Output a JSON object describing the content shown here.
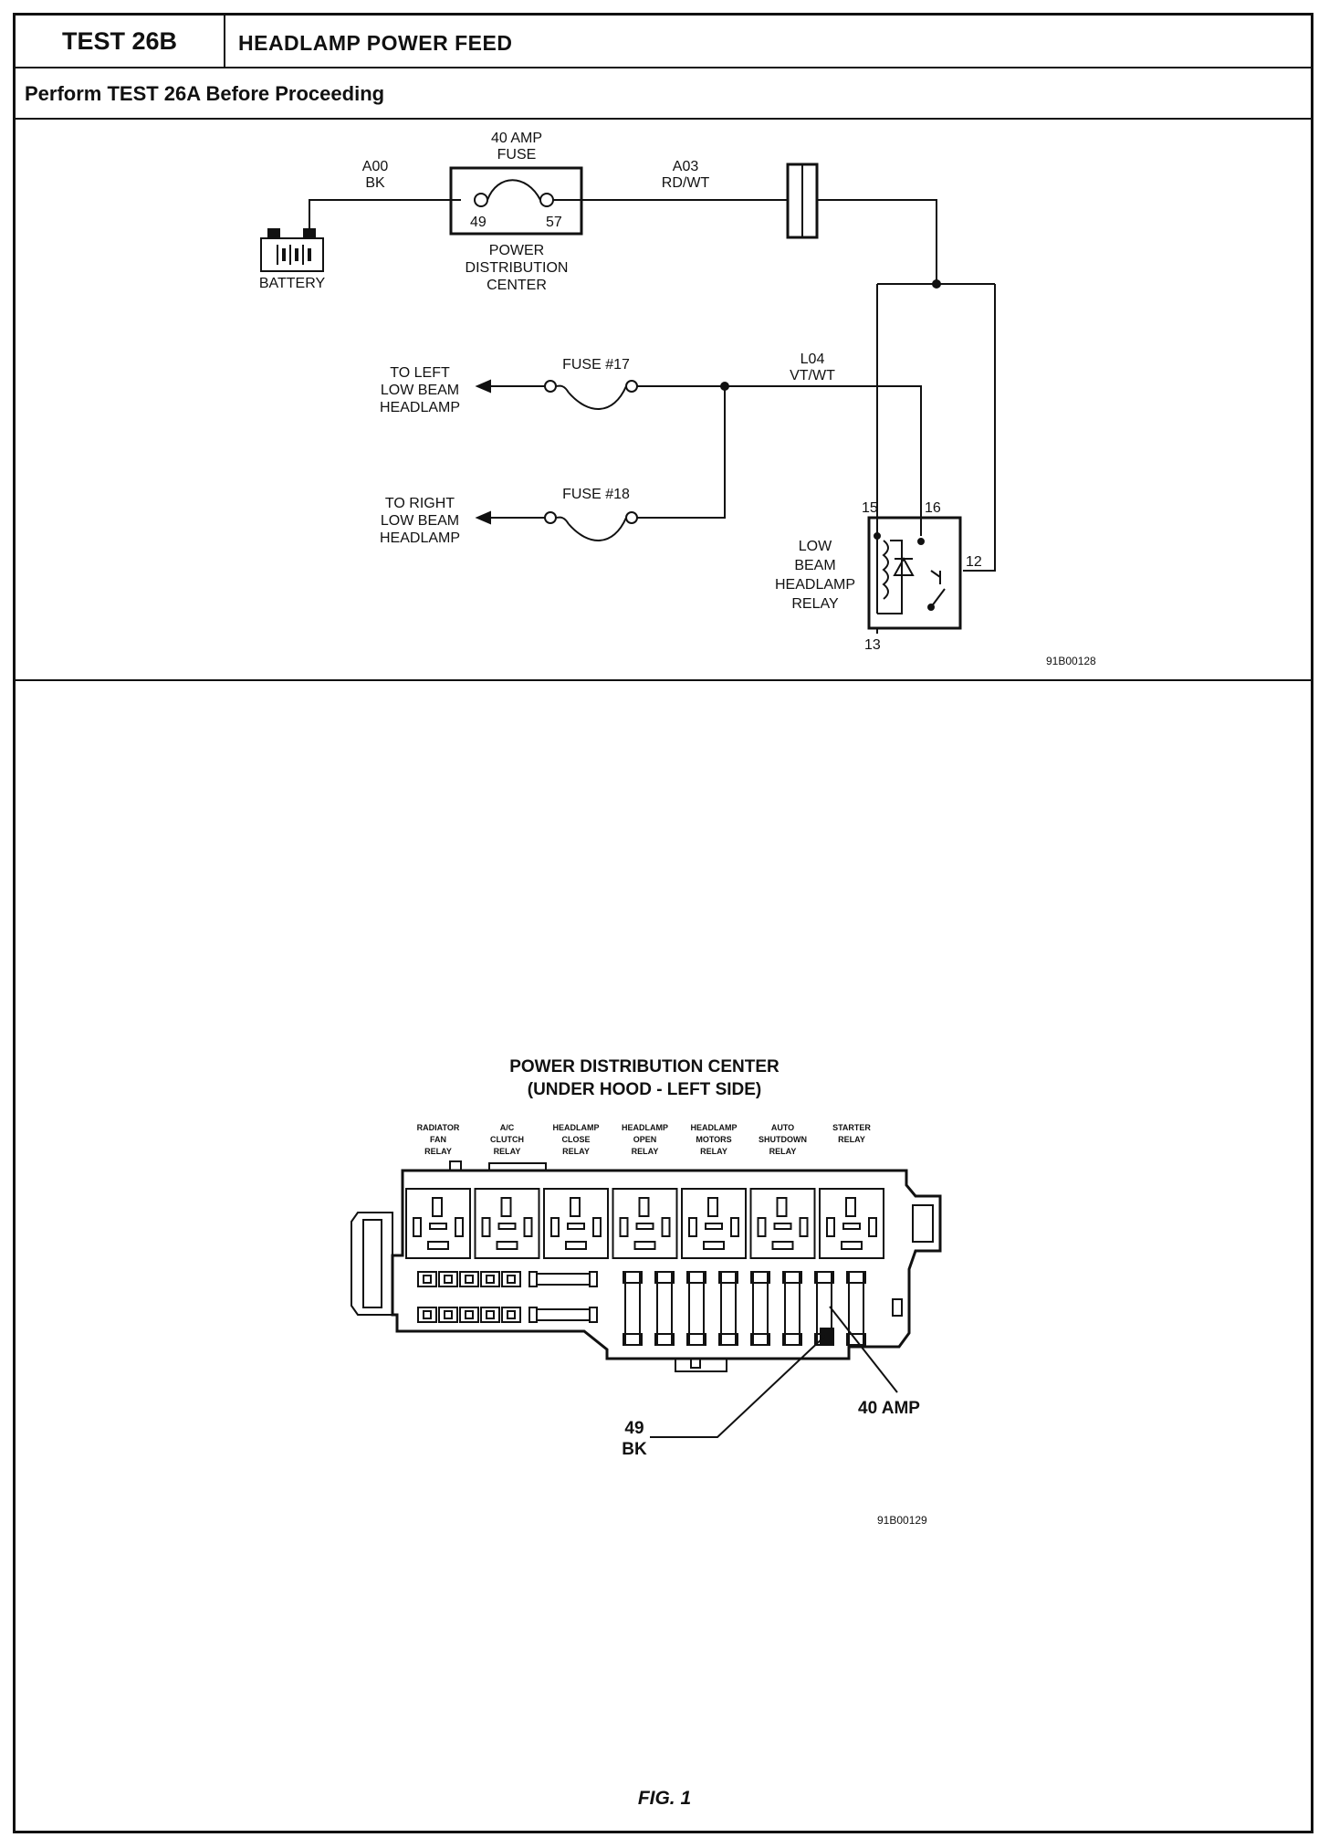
{
  "header": {
    "test_number": "TEST 26B",
    "title": "HEADLAMP POWER FEED",
    "prerequisite": "Perform TEST 26A Before Proceeding"
  },
  "schematic": {
    "fuse_40": {
      "line1": "40 AMP",
      "line2": "FUSE",
      "pin_in": "49",
      "pin_out": "57"
    },
    "wire_a00": {
      "circuit": "A00",
      "color": "BK"
    },
    "wire_a03": {
      "circuit": "A03",
      "color": "RD/WT"
    },
    "wire_l04": {
      "circuit": "L04",
      "color": "VT/WT"
    },
    "battery_label": "BATTERY",
    "pdc_label": [
      "POWER",
      "DISTRIBUTION",
      "CENTER"
    ],
    "fuse_17": "FUSE #17",
    "fuse_18": "FUSE #18",
    "left_low_beam": [
      "TO LEFT",
      "LOW BEAM",
      "HEADLAMP"
    ],
    "right_low_beam": [
      "TO RIGHT",
      "LOW BEAM",
      "HEADLAMP"
    ],
    "relay_label": [
      "LOW",
      "BEAM",
      "HEADLAMP",
      "RELAY"
    ],
    "relay_pins": {
      "p15": "15",
      "p16": "16",
      "p12": "12",
      "p13": "13"
    },
    "figure_id": "91B00128"
  },
  "pdc_view": {
    "title_line1": "POWER DISTRIBUTION CENTER",
    "title_line2": "(UNDER HOOD - LEFT SIDE)",
    "relays": [
      [
        "RADIATOR",
        "FAN",
        "RELAY"
      ],
      [
        "A/C",
        "CLUTCH",
        "RELAY"
      ],
      [
        "HEADLAMP",
        "CLOSE",
        "RELAY"
      ],
      [
        "HEADLAMP",
        "OPEN",
        "RELAY"
      ],
      [
        "HEADLAMP",
        "MOTORS",
        "RELAY"
      ],
      [
        "AUTO",
        "SHUTDOWN",
        "RELAY"
      ],
      [
        "STARTER",
        "RELAY"
      ]
    ],
    "callout_40amp": "40 AMP",
    "callout_49_line1": "49",
    "callout_49_line2": "BK",
    "figure_id": "91B00129"
  },
  "figure_caption": "FIG. 1"
}
